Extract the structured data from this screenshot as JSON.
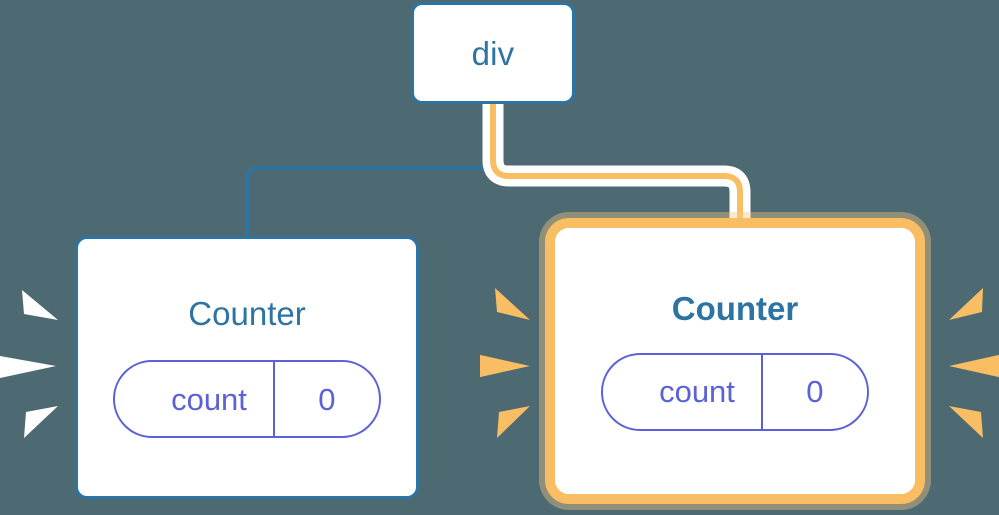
{
  "diagram": {
    "type": "component-tree",
    "background_color": "#4d6a73",
    "nodes": [
      {
        "id": "div",
        "label": "div",
        "role": "root-element",
        "border_color": "#2e74a3",
        "highlighted": false
      },
      {
        "id": "counter-left",
        "label": "Counter",
        "role": "component",
        "border_color": "#2e74a3",
        "highlighted": false,
        "prop_name": "count",
        "prop_value": "0",
        "prop_color": "#5b62d8",
        "sparkle_color": "#ffffff"
      },
      {
        "id": "counter-right",
        "label": "Counter",
        "role": "component",
        "border_color": "#f9bd64",
        "highlighted": true,
        "prop_name": "count",
        "prop_value": "0",
        "prop_color": "#5b62d8",
        "sparkle_color": "#f9bd64"
      }
    ],
    "edges": [
      {
        "id": "edge-div-to-left",
        "from": "div",
        "to": "counter-left",
        "color": "#2e74a3",
        "highlighted": false
      },
      {
        "id": "edge-div-to-right",
        "from": "div",
        "to": "counter-right",
        "color": "#f9bd64",
        "halo_color": "#ffffff",
        "highlighted": true
      }
    ],
    "colors": {
      "background": "#4d6a73",
      "blue": "#2e74a3",
      "orange": "#f9bd64",
      "orange_glow": "#fbd9a4",
      "purple": "#5b62d8",
      "white": "#ffffff"
    }
  }
}
